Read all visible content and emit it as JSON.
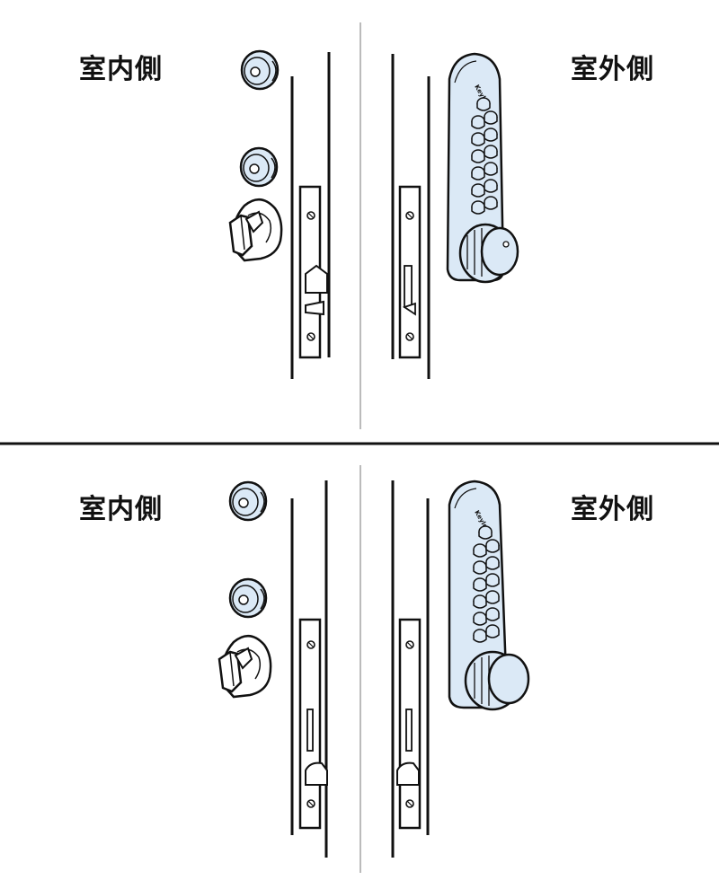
{
  "panels": [
    {
      "id": "top",
      "indoor_label": "室内側",
      "outdoor_label": "室外側",
      "keypad_brand": "Keylex"
    },
    {
      "id": "bottom",
      "indoor_label": "室内側",
      "outdoor_label": "室外側",
      "keypad_brand": "Keylex"
    }
  ],
  "colors": {
    "line": "#111111",
    "divider": "#bbbbbb",
    "panel-separator": "#111111",
    "lock-fill": "#dbe9f6",
    "white": "#ffffff"
  }
}
